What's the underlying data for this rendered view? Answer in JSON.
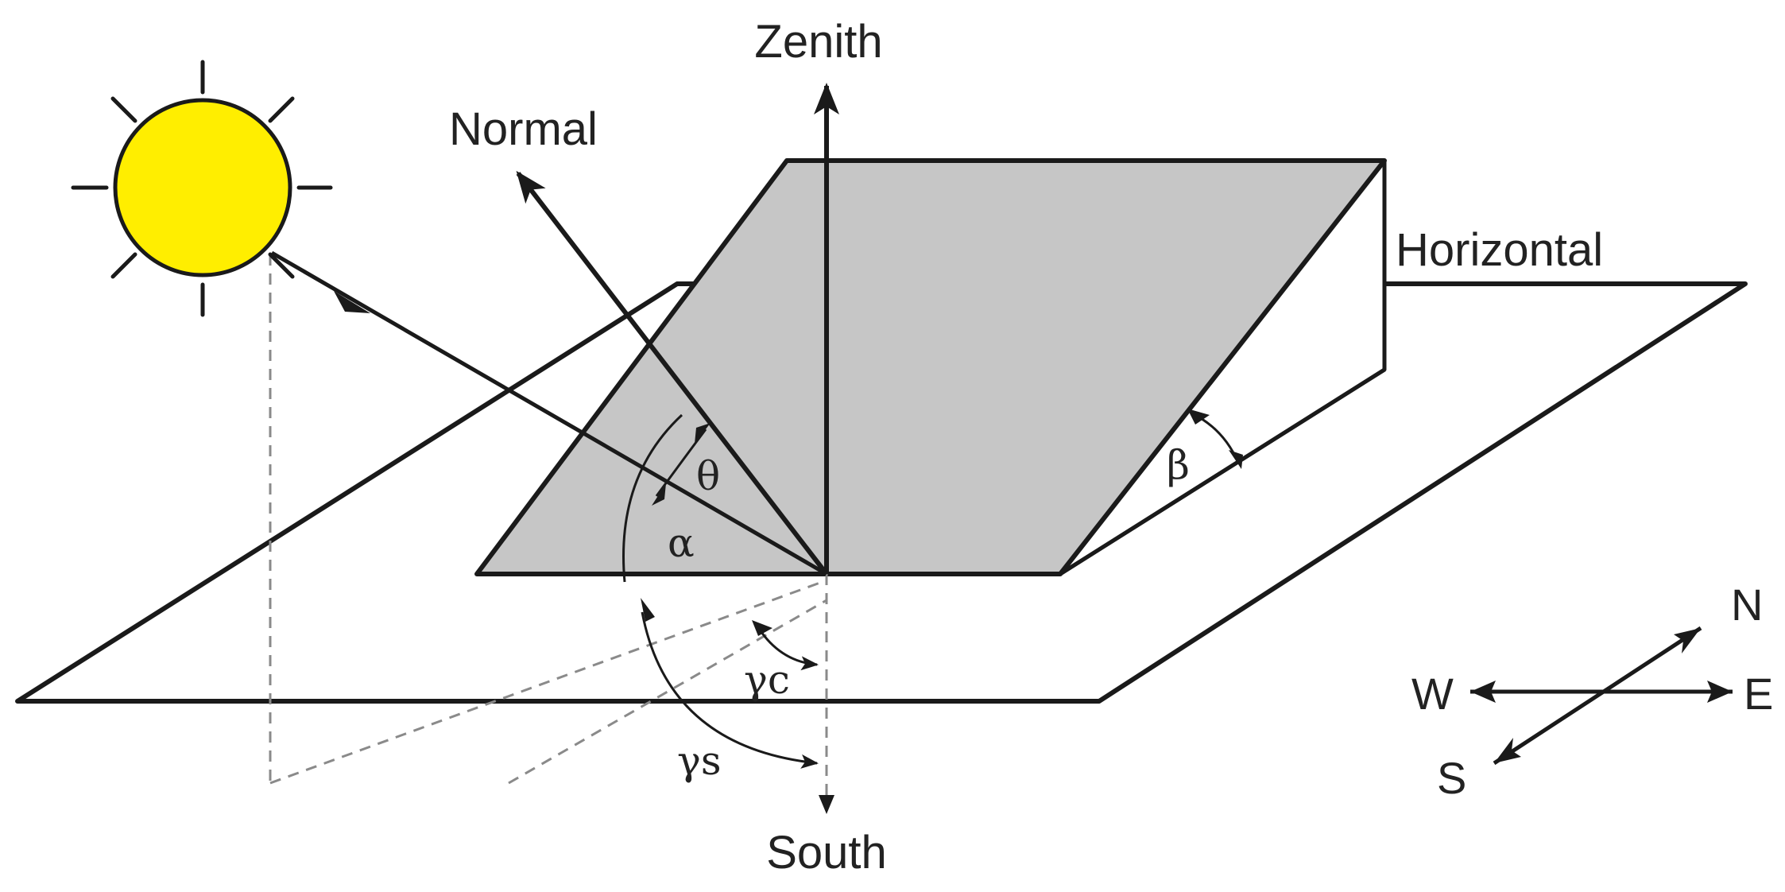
{
  "labels": {
    "zenith": "Zenith",
    "normal": "Normal",
    "horizontal": "Horizontal",
    "south": "South",
    "theta": "θ",
    "alpha": "α",
    "beta": "β",
    "gamma_c": "γc",
    "gamma_s": "γs"
  },
  "compass": {
    "north": "N",
    "south": "S",
    "east": "E",
    "west": "W"
  },
  "colors": {
    "sun_fill": "#ffee00",
    "collector_fill": "#c6c6c6",
    "stroke": "#1a1a1a",
    "dashed": "#8a8a8a"
  },
  "icons": {
    "sun": "sun-icon"
  }
}
